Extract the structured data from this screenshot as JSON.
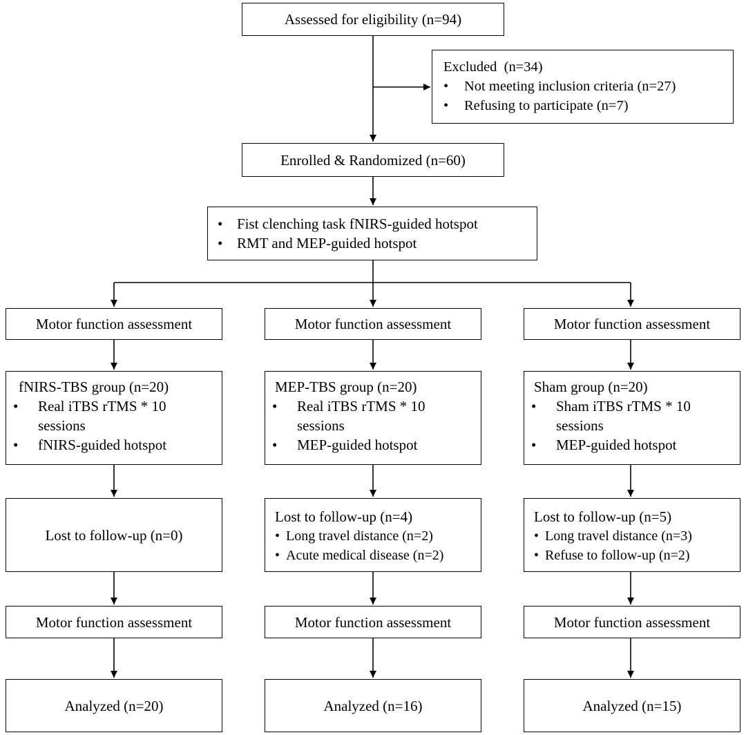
{
  "assessed": "Assessed for eligibility (n=94)",
  "excluded": {
    "title": "Excluded  (n=34)",
    "items": [
      "Not meeting inclusion criteria (n=27)",
      "Refusing to participate (n=7)"
    ]
  },
  "enrolled": "Enrolled & Randomized (n=60)",
  "hotspot": {
    "items": [
      "Fist clenching task fNIRS-guided hotspot",
      "RMT and MEP-guided hotspot"
    ]
  },
  "arms": [
    {
      "pre": "Motor function assessment",
      "group": {
        "title": "fNIRS-TBS group (n=20)",
        "items": [
          "Real iTBS rTMS * 10 sessions",
          "fNIRS-guided hotspot"
        ]
      },
      "lost": {
        "title": "Lost to follow-up (n=0)",
        "items": []
      },
      "post": "Motor function assessment",
      "analyzed": "Analyzed (n=20)"
    },
    {
      "pre": "Motor function assessment",
      "group": {
        "title": "MEP-TBS group (n=20)",
        "items": [
          "Real iTBS rTMS * 10 sessions",
          "MEP-guided hotspot"
        ]
      },
      "lost": {
        "title": "Lost to follow-up (n=4)",
        "items": [
          "Long travel distance (n=2)",
          "Acute medical disease (n=2)"
        ]
      },
      "post": "Motor function assessment",
      "analyzed": "Analyzed (n=16)"
    },
    {
      "pre": "Motor function assessment",
      "group": {
        "title": "Sham group (n=20)",
        "items": [
          "Sham iTBS rTMS * 10 sessions",
          "MEP-guided hotspot"
        ]
      },
      "lost": {
        "title": "Lost to follow-up (n=5)",
        "items": [
          "Long travel distance (n=3)",
          "Refuse to follow-up (n=2)"
        ]
      },
      "post": "Motor function assessment",
      "analyzed": "Analyzed (n=15)"
    }
  ]
}
